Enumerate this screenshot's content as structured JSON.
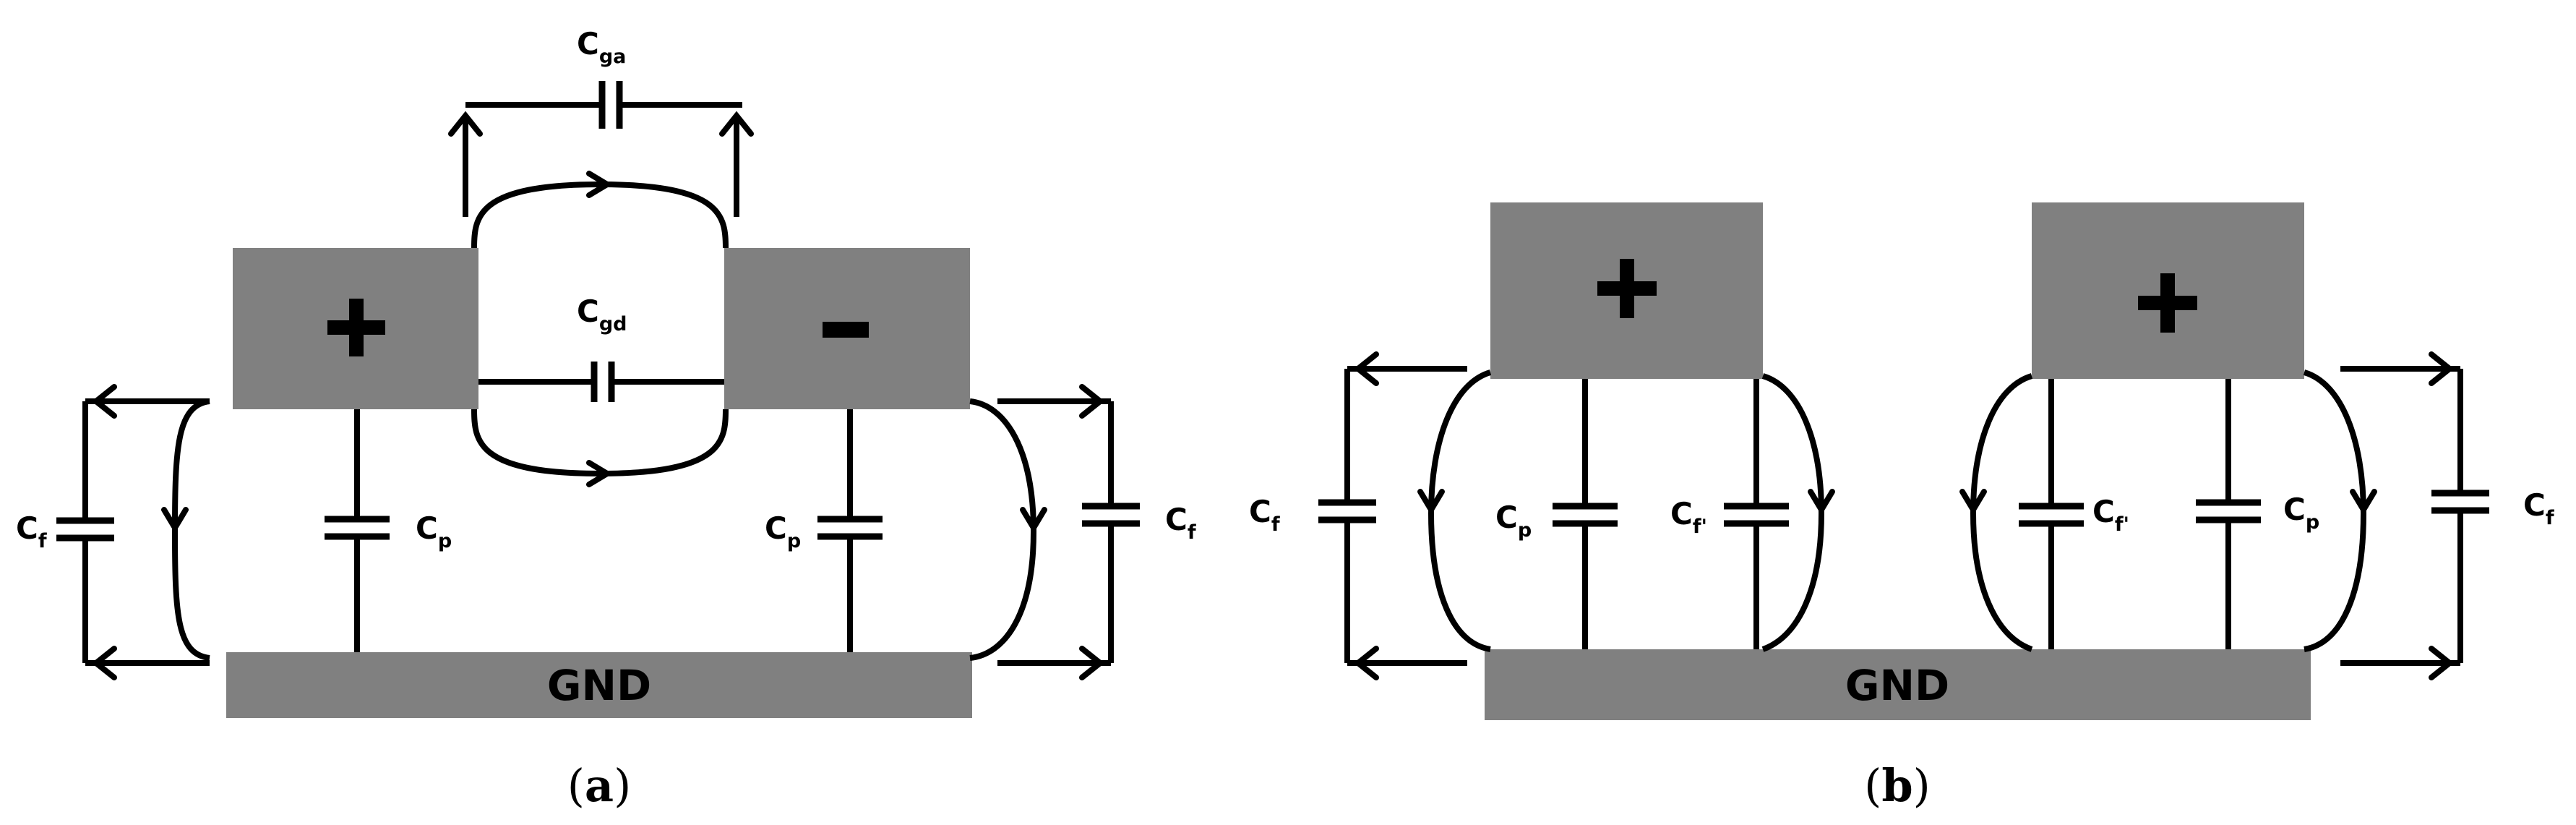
{
  "labels": {
    "c": "C",
    "sub_f": "f",
    "sub_p": "p",
    "sub_ga": "ga",
    "sub_gd": "gd",
    "sub_fprime": "f'"
  },
  "panel_a": {
    "positive_sign": "+",
    "negative_sign": "-",
    "ground_label": "GND",
    "caption_open": "(",
    "caption_letter": "a",
    "caption_close": ")"
  },
  "panel_b": {
    "left_sign": "+",
    "right_sign": "+",
    "ground_label": "GND",
    "caption_open": "(",
    "caption_letter": "b",
    "caption_close": ")"
  },
  "colors": {
    "block": "#808080",
    "line": "#000000",
    "background": "#ffffff"
  }
}
